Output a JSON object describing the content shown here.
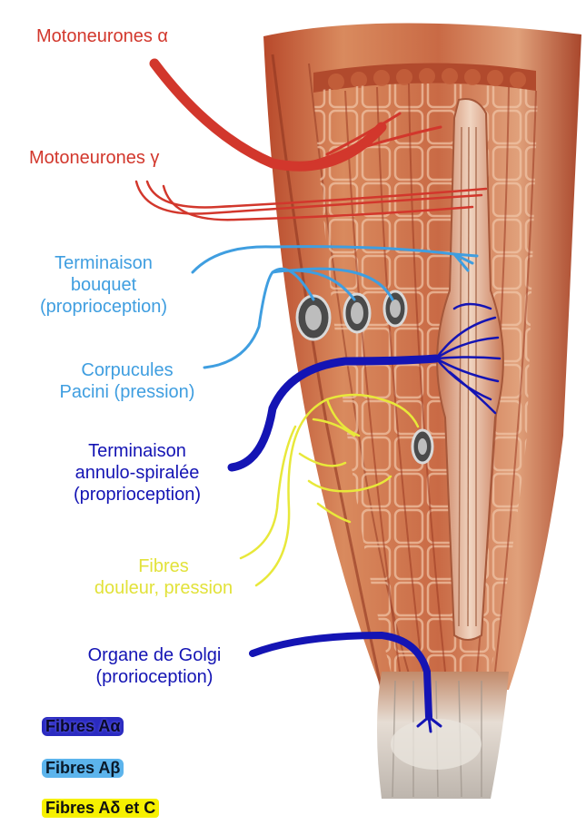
{
  "labels": {
    "motoneurones_alpha": "Motoneurones α",
    "motoneurones_gamma": "Motoneurones γ",
    "terminaison_bouquet_1": "Terminaison",
    "terminaison_bouquet_2": "bouquet",
    "terminaison_bouquet_3": "(proprioception)",
    "corpuscules_1": "Corpucules",
    "corpuscules_2": "Pacini (pression)",
    "annulo_1": "Terminaison",
    "annulo_2": "annulo-spiralée",
    "annulo_3": "(proprioception)",
    "fibres_douleur_1": "Fibres",
    "fibres_douleur_2": "douleur, pression",
    "golgi_1": "Organe de Golgi",
    "golgi_2": "(prorioception)"
  },
  "legend": [
    {
      "label": "Fibres Aα",
      "color": "#2b2bc0"
    },
    {
      "label": "Fibres Aβ",
      "color": "#5cb4ec"
    },
    {
      "label": "Fibres Aδ et C",
      "color": "#f6f000"
    }
  ],
  "colors": {
    "alpha_red": "#d2372c",
    "light_blue": "#3f9ee0",
    "dark_blue": "#1414b4",
    "yellow": "#e8e83a",
    "muscle": "#c8653f",
    "tendon": "#d9d3cc"
  }
}
